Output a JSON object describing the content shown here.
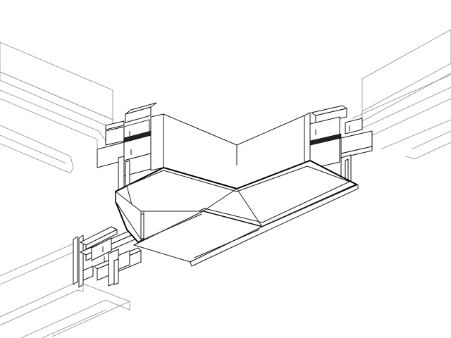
{
  "figure": {
    "subject": "corner-connector-isometric-line-drawing",
    "background_color": "#ffffff",
    "line_color": "#000000",
    "ghost_line_color": "#8a8a8a",
    "components": [
      {
        "name": "connector-body",
        "kind": "L-shaped corner housing"
      },
      {
        "name": "left-profile",
        "kind": "extrusion profile, ghosted"
      },
      {
        "name": "right-profile",
        "kind": "extrusion profile, ghosted"
      },
      {
        "name": "bottom-left-profile",
        "kind": "extrusion profile with clips"
      },
      {
        "name": "mounting-clips",
        "count": 3
      }
    ]
  }
}
